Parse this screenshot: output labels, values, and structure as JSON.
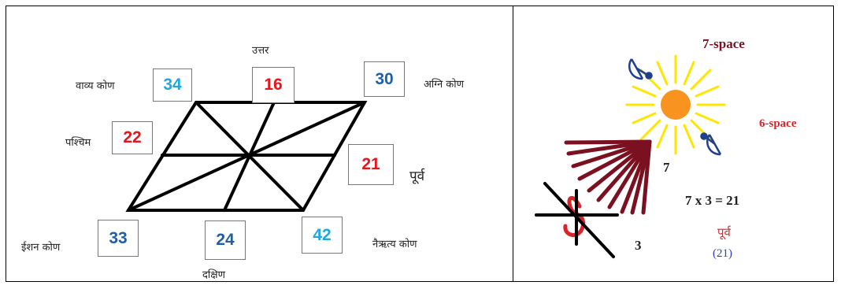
{
  "left_diagram": {
    "labels": {
      "north": "उत्तर",
      "south": "दक्षिण",
      "west": "पश्चिम",
      "east": "पूर्व",
      "northwest": "वाव्य कोण",
      "northeast": "अग्नि कोण",
      "southwest": "ईशन कोण",
      "southeast": "नैऋत्य  कोण"
    },
    "numbers": {
      "northwest": "34",
      "north": "16",
      "northeast": "30",
      "west": "22",
      "east": "21",
      "southwest": "33",
      "south": "24",
      "southeast": "42"
    },
    "colors": {
      "blue": "#1f5fa8",
      "lightblue": "#1fa7e0",
      "red": "#e8141c"
    }
  },
  "right_diagram": {
    "space7": "7-space",
    "space6": "6-space",
    "num7": "7",
    "num3": "3",
    "equation": "7 x 3 = 21",
    "direction": "पूर्व",
    "direction_value": "(21)",
    "colors": {
      "maroon": "#7a1020",
      "red": "#d9242a",
      "sun": "#f7931e",
      "rays": "#ffe600",
      "value_blue": "#2f3fbf"
    }
  }
}
